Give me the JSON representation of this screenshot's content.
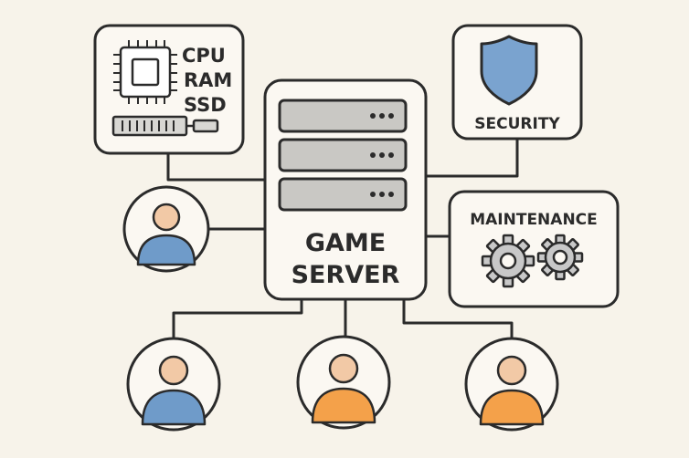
{
  "server": {
    "line1": "GAME",
    "line2": "SERVER"
  },
  "hardware": {
    "cpu": "CPU",
    "ram": "RAM",
    "ssd": "SSD"
  },
  "security": {
    "label": "SECURITY"
  },
  "maintenance": {
    "label": "MAINTENANCE"
  },
  "colors": {
    "background": "#f7f3ea",
    "outline": "#2b2b2b",
    "box_fill": "#fbf8f2",
    "rack_fill": "#c9c8c4",
    "shield": "#7aa3cf",
    "gear": "#c8c8c8",
    "skin": "#f2c9a6",
    "player_blue": "#6f9bc9",
    "player_orange": "#f4a14a"
  },
  "players": [
    {
      "color": "blue"
    },
    {
      "color": "blue"
    },
    {
      "color": "orange"
    },
    {
      "color": "orange"
    }
  ]
}
